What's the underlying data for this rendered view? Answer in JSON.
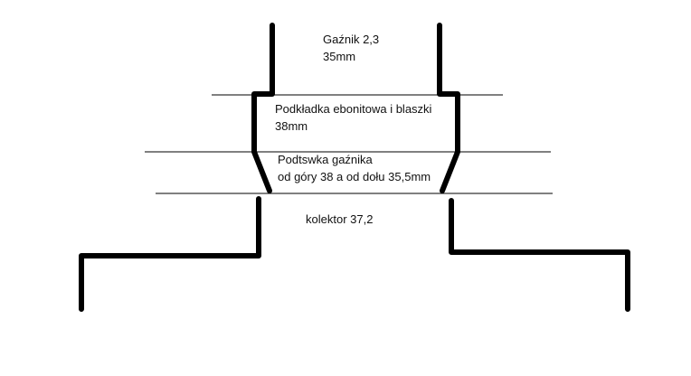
{
  "colors": {
    "ink": "#000000",
    "text": "#111111",
    "background": "#ffffff"
  },
  "labels": {
    "gaznik": {
      "line1": "Gaźnik 2,3",
      "line2": "35mm"
    },
    "podkladka": {
      "line1": "Podkładka ebonitowa i blaszki",
      "line2": "38mm"
    },
    "podstawka": {
      "line1": "Podtswka gaźnika",
      "line2": "od góry 38 a od dołu 35,5mm"
    },
    "kolektor": {
      "line1": "kolektor 37,2"
    }
  }
}
